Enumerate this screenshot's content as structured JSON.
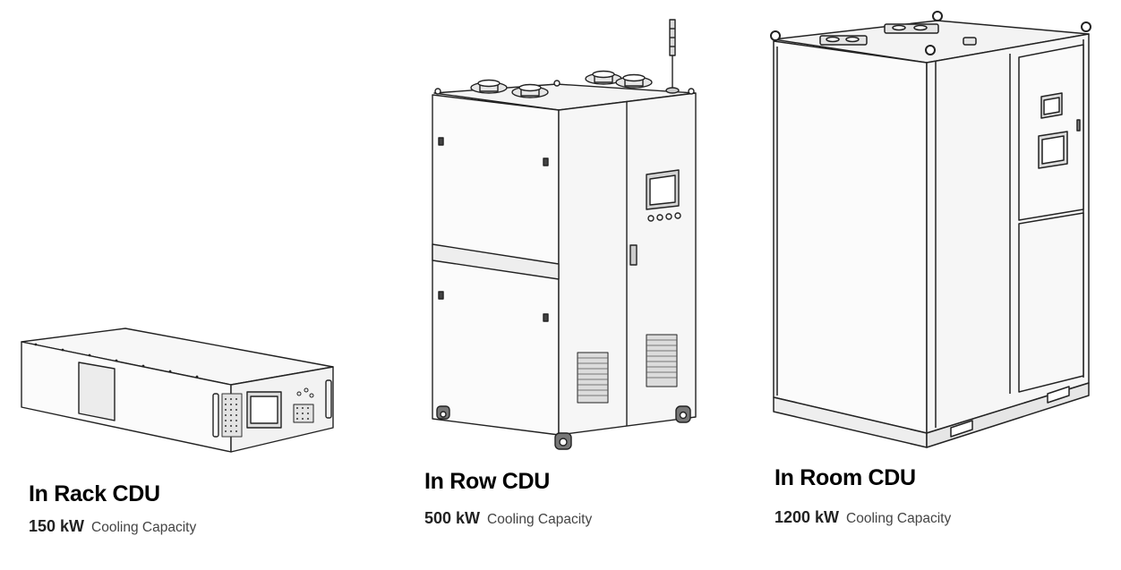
{
  "products": [
    {
      "name": "In Rack CDU",
      "capacity": "150 kW",
      "capacity_label": "Cooling Capacity",
      "image": "rack-cdu-illustration"
    },
    {
      "name": "In Row CDU",
      "capacity": "500 kW",
      "capacity_label": "Cooling Capacity",
      "image": "row-cdu-illustration"
    },
    {
      "name": "In Room CDU",
      "capacity": "1200 kW",
      "capacity_label": "Cooling Capacity",
      "image": "room-cdu-illustration"
    }
  ]
}
